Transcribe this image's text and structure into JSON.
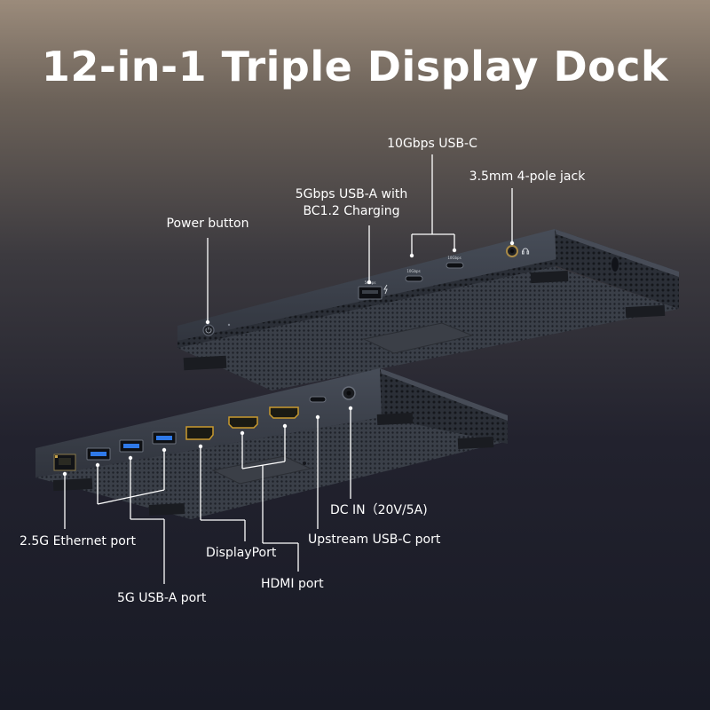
{
  "title": "12-in-1 Triple Display Dock",
  "labels": {
    "usbc_10g": "10Gbps USB-C",
    "jack": "3.5mm 4-pole jack",
    "usba_5g_line1": "5Gbps USB-A with",
    "usba_5g_line2": "BC1.2 Charging",
    "power": "Power button",
    "dc_in": "DC IN（20V/5A)",
    "ethernet": "2.5G Ethernet port",
    "upstream": "Upstream USB-C port",
    "displayport": "DisplayPort",
    "hdmi": "HDMI port",
    "usba_rear": "5G USB-A port"
  },
  "port_marks": {
    "front_usba": "5Gbps",
    "front_usbc_1": "10Gbps",
    "front_usbc_2": "10Gbps"
  },
  "colors": {
    "usb3_blue": "#2f79e8",
    "hdmi_gold": "#c99a2e",
    "dock_body": "#3a3f4a",
    "callout_line": "#ffffff"
  },
  "icons": [
    "lightning-icon",
    "headset-icon",
    "power-icon"
  ]
}
